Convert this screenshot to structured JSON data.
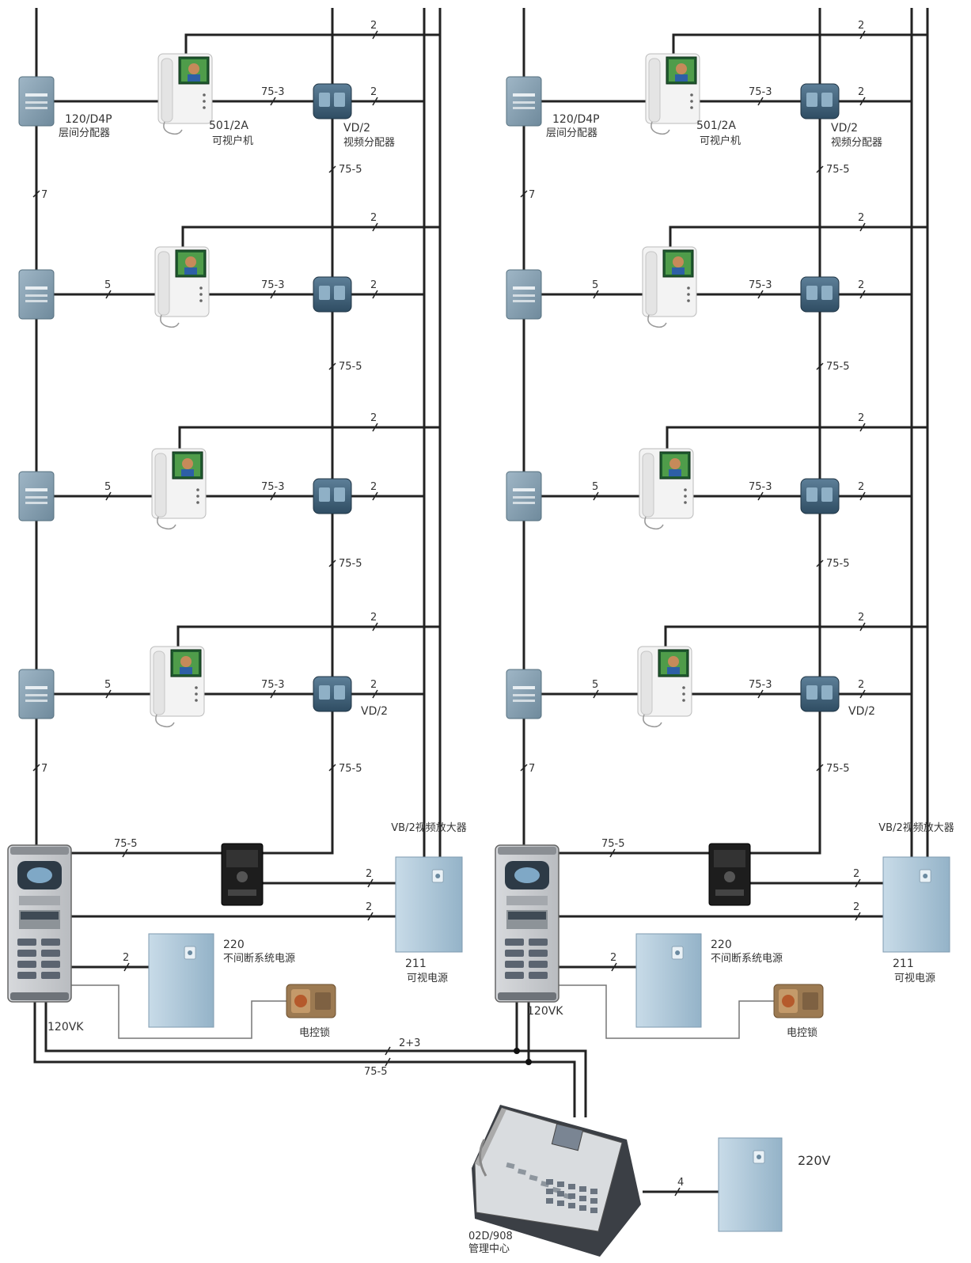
{
  "floor_distributor": {
    "model": "120/D4P",
    "name": "层间分配器"
  },
  "indoor_monitor": {
    "model": "501/2A",
    "name": "可视户机"
  },
  "video_distributor": {
    "model": "VD/2",
    "name": "视频分配器",
    "short_label": "VD/2"
  },
  "video_amplifier": {
    "label": "VB/2视频放大器"
  },
  "door_station": {
    "model": "120VK"
  },
  "ups_power": {
    "model": "220",
    "name": "不间断系统电源"
  },
  "system_power": {
    "model": "211",
    "name": "可视电源"
  },
  "electric_lock": {
    "name": "电控锁"
  },
  "management_center": {
    "model": "02D/908",
    "name": "管理中心"
  },
  "mains_power": {
    "label": "220V"
  },
  "wire_labels": {
    "riser": "7",
    "distributor_to_monitor": "5",
    "monitor_to_vd": "75-3",
    "vd_riser": "75-5",
    "power_pair": "2",
    "bus": "2+3",
    "video_bus": "75-5",
    "center_power": "4"
  }
}
